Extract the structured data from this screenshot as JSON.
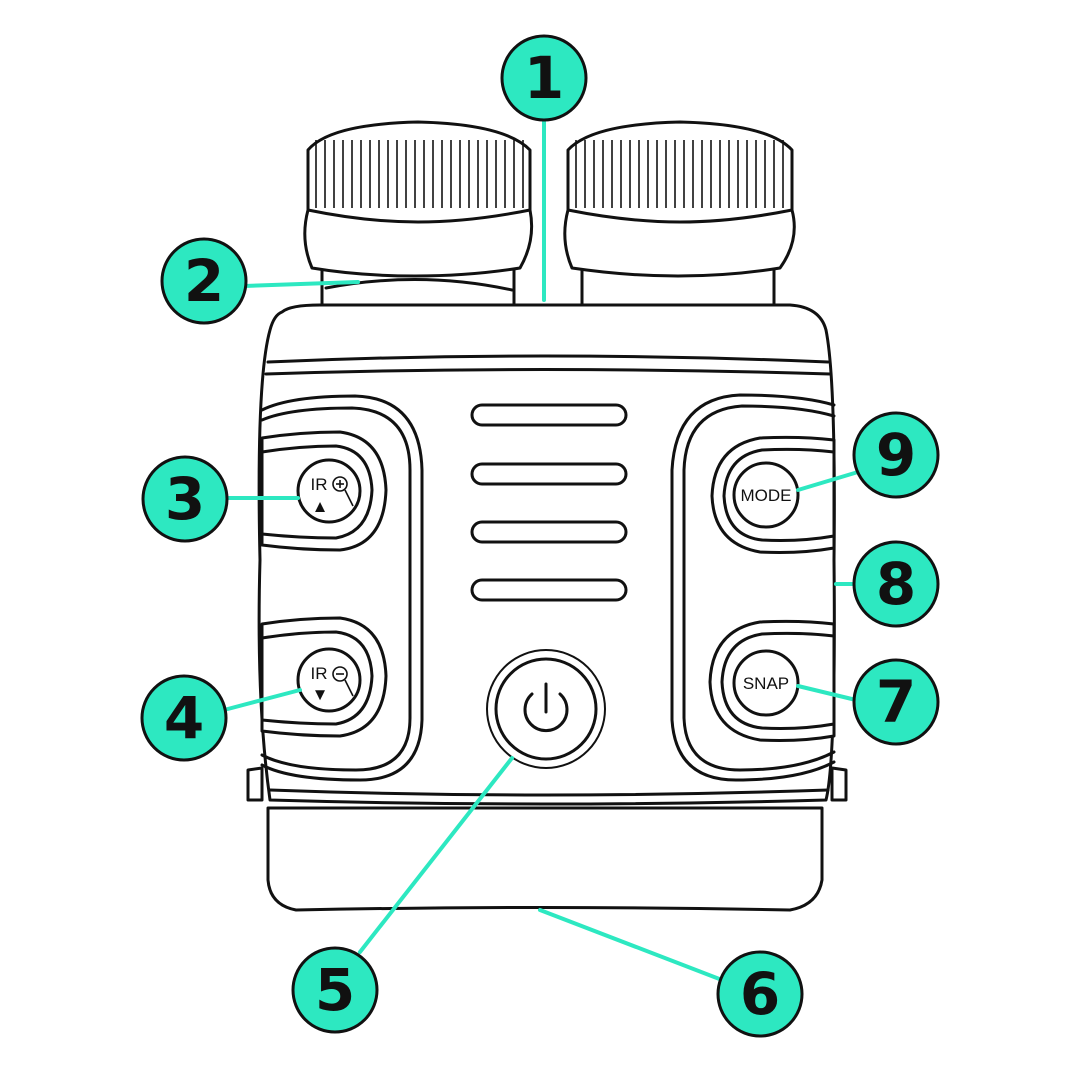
{
  "colors": {
    "callout_fill": "#2de8c1",
    "callout_stroke": "#111111",
    "leader": "#2de8c1",
    "outline": "#111111"
  },
  "callouts": [
    {
      "id": "c1",
      "label": "1"
    },
    {
      "id": "c2",
      "label": "2"
    },
    {
      "id": "c3",
      "label": "3"
    },
    {
      "id": "c4",
      "label": "4"
    },
    {
      "id": "c5",
      "label": "5"
    },
    {
      "id": "c6",
      "label": "6"
    },
    {
      "id": "c7",
      "label": "7"
    },
    {
      "id": "c8",
      "label": "8"
    },
    {
      "id": "c9",
      "label": "9"
    }
  ],
  "buttons": {
    "ir_up": {
      "label": "IR",
      "icon": "zoom-in-icon",
      "arrow": "▲"
    },
    "ir_down": {
      "label": "IR",
      "icon": "zoom-out-icon",
      "arrow": "▼"
    },
    "mode": {
      "label": "MODE"
    },
    "snap": {
      "label": "SNAP"
    },
    "power": {
      "icon": "power-icon"
    }
  }
}
